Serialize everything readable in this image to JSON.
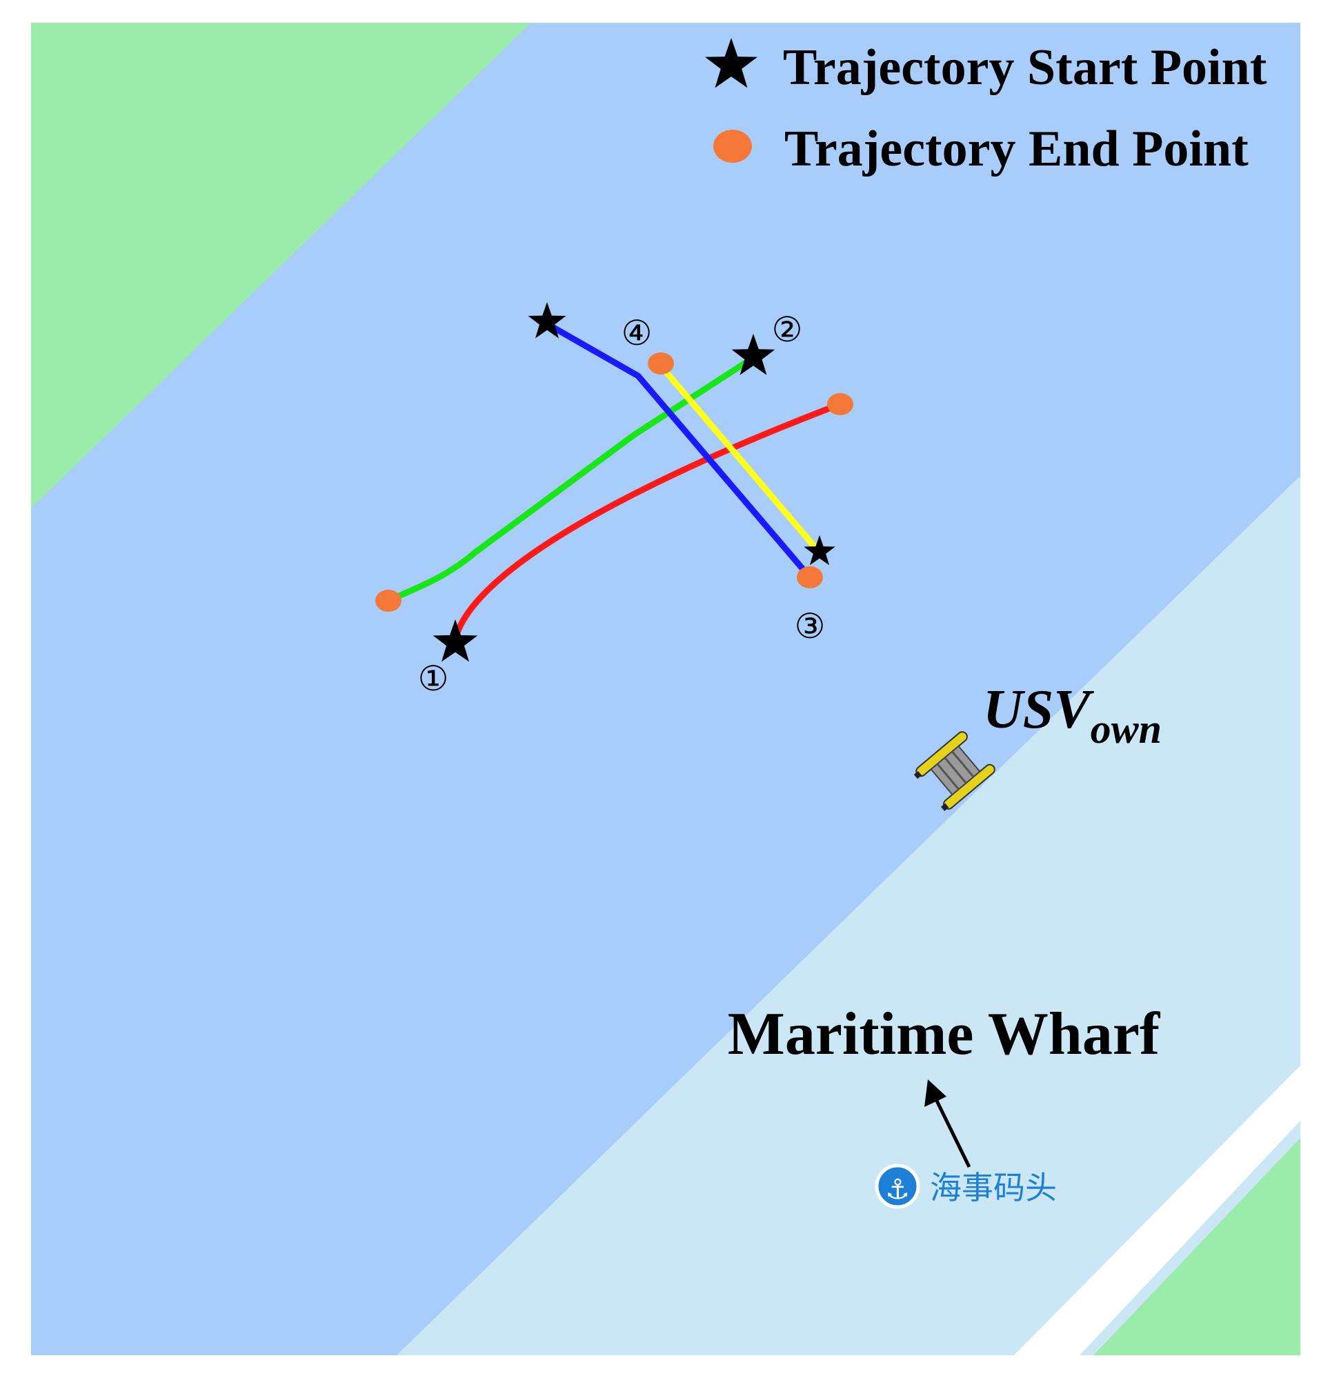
{
  "legend": {
    "start_label": "Trajectory Start Point",
    "end_label": "Trajectory End Point",
    "start_icon": "star-icon",
    "end_icon": "circle-icon"
  },
  "colors": {
    "land": "#9bebab",
    "water": "#a8cdfb",
    "shore": "#cbe7f5",
    "road": "#ffffff",
    "start_marker": "#000000",
    "end_marker": "#f47837",
    "poi": "#1e7fd6"
  },
  "trajectories": [
    {
      "id": "1",
      "label": "①",
      "color": "#ff1a1a"
    },
    {
      "id": "2",
      "label": "②",
      "color": "#19e619"
    },
    {
      "id": "3",
      "label": "③",
      "color": "#ffff1a"
    },
    {
      "id": "4",
      "label": "④",
      "color": "#1a1aff"
    }
  ],
  "usv": {
    "label_main": "USV",
    "label_sub": "own",
    "icon": "boat-icon"
  },
  "wharf": {
    "label": "Maritime Wharf",
    "poi_label": "海事码头",
    "poi_icon": "anchor-icon"
  }
}
